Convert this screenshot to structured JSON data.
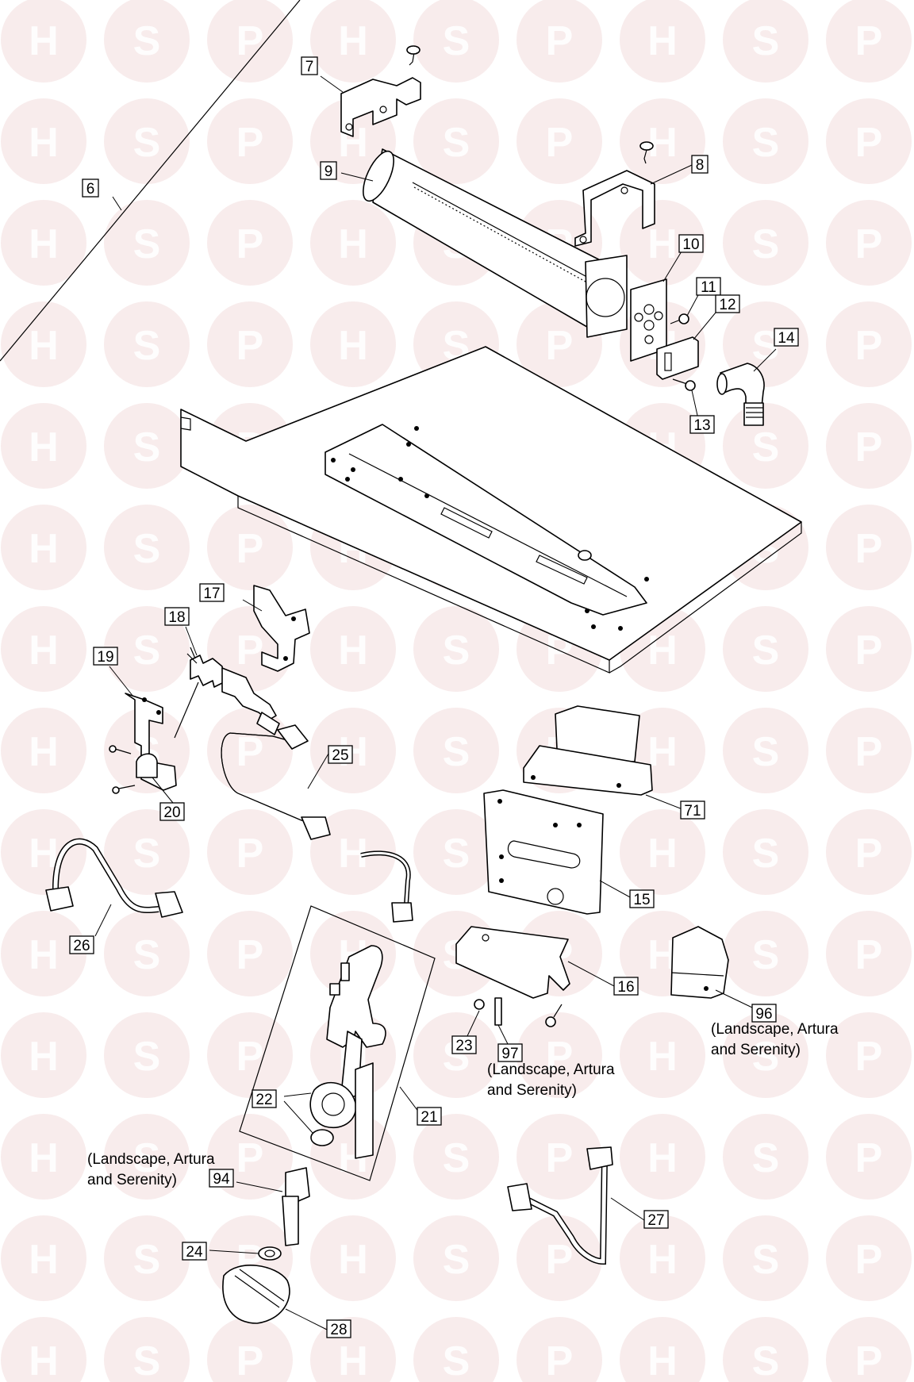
{
  "watermark": {
    "letters": [
      "H",
      "S",
      "P"
    ],
    "circle_color": "#f2dcdc",
    "accent_color": "#e8b0b0"
  },
  "labels": [
    {
      "id": "p6",
      "text": "6"
    },
    {
      "id": "p7",
      "text": "7"
    },
    {
      "id": "p8",
      "text": "8"
    },
    {
      "id": "p9",
      "text": "9"
    },
    {
      "id": "p10",
      "text": "10"
    },
    {
      "id": "p11",
      "text": "11"
    },
    {
      "id": "p12",
      "text": "12"
    },
    {
      "id": "p13",
      "text": "13"
    },
    {
      "id": "p14",
      "text": "14"
    },
    {
      "id": "p15",
      "text": "15"
    },
    {
      "id": "p16",
      "text": "16"
    },
    {
      "id": "p17",
      "text": "17"
    },
    {
      "id": "p18",
      "text": "18"
    },
    {
      "id": "p19",
      "text": "19"
    },
    {
      "id": "p20",
      "text": "20"
    },
    {
      "id": "p21",
      "text": "21"
    },
    {
      "id": "p22",
      "text": "22"
    },
    {
      "id": "p23",
      "text": "23"
    },
    {
      "id": "p24",
      "text": "24"
    },
    {
      "id": "p25",
      "text": "25"
    },
    {
      "id": "p26",
      "text": "26"
    },
    {
      "id": "p27",
      "text": "27"
    },
    {
      "id": "p28",
      "text": "28"
    },
    {
      "id": "p71",
      "text": "71"
    },
    {
      "id": "p94",
      "text": "94"
    },
    {
      "id": "p96",
      "text": "96"
    },
    {
      "id": "p97",
      "text": "97"
    }
  ],
  "notes": {
    "note_96": [
      "(Landscape, Artura",
      "and Serenity)"
    ],
    "note_97": [
      "(Landscape, Artura",
      "and Serenity)"
    ],
    "note_94": [
      "(Landscape, Artura",
      "and Serenity)"
    ]
  }
}
